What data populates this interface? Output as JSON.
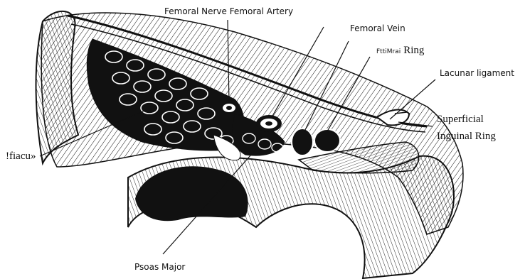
{
  "labels": {
    "femoral_nerve_artery": "Femoral Nerve Femoral Artery",
    "femoral_vein": "Femoral Vein",
    "femoral_ring_prefix": "FttiMrai",
    "femoral_ring_word": "Ring",
    "lacunar_ligament": "Lacunar ligament",
    "superficial": "Superficial",
    "inguinal_ring": "Inguinal Ring",
    "iliacus": "!fiacu»",
    "psoas_major": "Psoas Major"
  },
  "colors": {
    "ink": "#111111",
    "background": "#ffffff"
  }
}
